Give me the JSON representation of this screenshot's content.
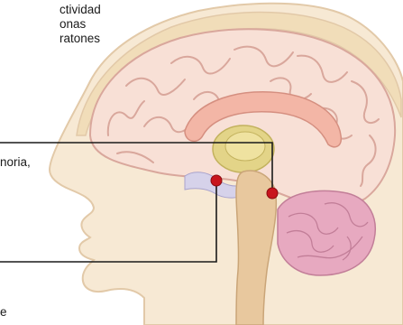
{
  "top_caption": {
    "lines": [
      "ctividad",
      "onas",
      "ratones"
    ]
  },
  "callout_left": {
    "text": "noria,"
  },
  "bottom_caption": {
    "text": "e"
  },
  "colors": {
    "head_outline": "#e2c9a8",
    "skull": "#f1ddb9",
    "brain_fill": "#f8e0d6",
    "gyri_lines": "#d9a79c",
    "corpus_callosum": "#f3b6a6",
    "thalamus": "#e3d488",
    "cerebellum": "#e7a9c0",
    "brainstem": "#e8c89e",
    "marker": "#c8151d",
    "pointer_lines": "#1a1a1a"
  },
  "icons": [
    "head-profile",
    "brain-section",
    "marker-dot"
  ]
}
